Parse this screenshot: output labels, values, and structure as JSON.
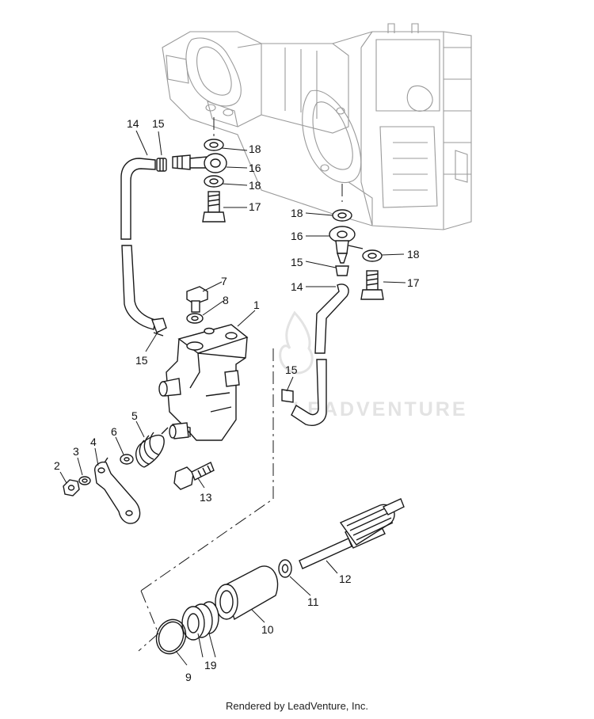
{
  "diagram": {
    "part_numbers": [
      "1",
      "2",
      "3",
      "4",
      "5",
      "6",
      "7",
      "8",
      "9",
      "10",
      "11",
      "12",
      "13",
      "14",
      "14",
      "15",
      "15",
      "15",
      "15",
      "16",
      "16",
      "17",
      "17",
      "18",
      "18",
      "18",
      "18",
      "19"
    ],
    "watermark_text": "LEADVENTURE",
    "line_color": "#1a1a1a",
    "ghost_line_color": "#9a9a9a"
  },
  "footer": {
    "credit": "Rendered by LeadVenture, Inc."
  }
}
